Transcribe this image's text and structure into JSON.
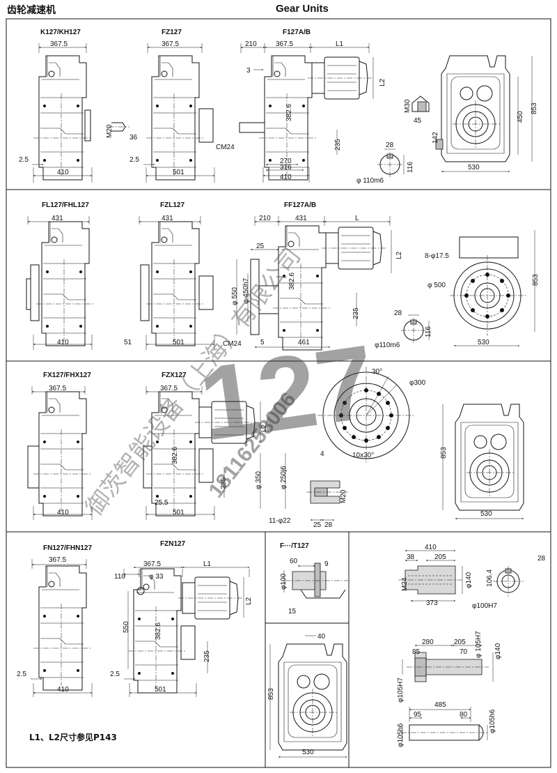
{
  "header": {
    "title_cn": "齿轮减速机",
    "title_en": "Gear Units"
  },
  "watermark": {
    "company": "御茨智能设备（上海）有限公司",
    "phone": "18116258006",
    "size": "127"
  },
  "row1": {
    "k": {
      "title": "K127/KH127",
      "top": "367.5",
      "left": "2.5",
      "bottom": "410",
      "m": "M20",
      "d36": "36"
    },
    "fz": {
      "title": "FZ127",
      "top": "367.5",
      "left": "2.5",
      "bottom": "501"
    },
    "f": {
      "title": "F127A/B",
      "d210": "210",
      "d3675": "367.5",
      "l1": "L1",
      "d3": "3",
      "l2": "L2",
      "d3826": "382.6",
      "cm": "CM24",
      "d235": "235",
      "d270": "270",
      "d316": "316",
      "d410": "410"
    },
    "side": {
      "m30": "M30",
      "d45": "45",
      "d142": "142",
      "d450": "450",
      "d853": "853",
      "d530": "530",
      "d28": "28",
      "d116": "116",
      "phi": "φ 110m6"
    }
  },
  "row2": {
    "fl": {
      "title": "FL127/FHL127",
      "top": "431",
      "bottom": "410"
    },
    "fzl": {
      "title": "FZL127",
      "top": "431",
      "left": "51",
      "bottom": "501"
    },
    "ff": {
      "title": "FF127A/B",
      "d210": "210",
      "d431": "431",
      "l": "L",
      "d25": "25",
      "l2": "L2",
      "d3826": "382.6",
      "phi550": "φ 550",
      "phi450": "φ 450h7",
      "cm": "CM24",
      "d5": "5",
      "d461": "461",
      "d235": "235"
    },
    "side": {
      "holes": "8-φ17.5",
      "phi500": "φ 500",
      "d853": "853",
      "d530": "530",
      "d28": "28",
      "d116": "116",
      "phi": "φ110m6"
    }
  },
  "row3": {
    "fx": {
      "title": "FX127/FHX127",
      "top": "367.5",
      "bottom": "410"
    },
    "fzx": {
      "title": "FZX127",
      "top": "367.5",
      "l2": "L2",
      "d3826": "382.6",
      "d235": "235",
      "d255": "25.5",
      "bottom": "501"
    },
    "flange": {
      "a30": "30°",
      "phi300": "φ300",
      "a10": "10x30°",
      "phi350": "φ 350",
      "phi250": "φ 250j6",
      "d4": "4",
      "m20": "M20",
      "holes": "11-φ22",
      "d25": "25",
      "d28": "28"
    },
    "side": {
      "d853": "853",
      "d530": "530"
    }
  },
  "row4": {
    "fn": {
      "title": "FN127/FHN127",
      "top": "367.5",
      "left": "2.5",
      "bottom": "410"
    },
    "fzn": {
      "title": "FZN127",
      "d110": "110",
      "phi33": "φ 33",
      "d3675": "367.5",
      "l1": "L1",
      "d550": "550",
      "d3826": "382.6",
      "l2": "L2",
      "d235": "235",
      "left": "2.5",
      "bottom": "501"
    },
    "ft": {
      "title": "F···/T127",
      "d60": "60",
      "d9": "9",
      "phi100": "φ100",
      "d15": "15"
    },
    "side": {
      "d40": "40",
      "d853": "853",
      "d530": "530"
    },
    "shaft1": {
      "d410": "410",
      "d38": "38",
      "d205": "205",
      "m24": "M24",
      "phi140": "φ140",
      "d1064": "106.4",
      "d373": "373",
      "d28": "28",
      "phi100": "φ100H7"
    },
    "shaft2": {
      "d280": "280",
      "d205": "205",
      "d85": "85",
      "d70": "70",
      "phi105a": "φ 105H7",
      "phi140": "φ140",
      "phi105b": "φ105H7"
    },
    "shaft3": {
      "d485": "485",
      "d95": "95",
      "d80": "80",
      "phi105a": "φ105h6",
      "phi105b": "φ105h6"
    },
    "note": "L1、L2尺寸参见P143"
  }
}
